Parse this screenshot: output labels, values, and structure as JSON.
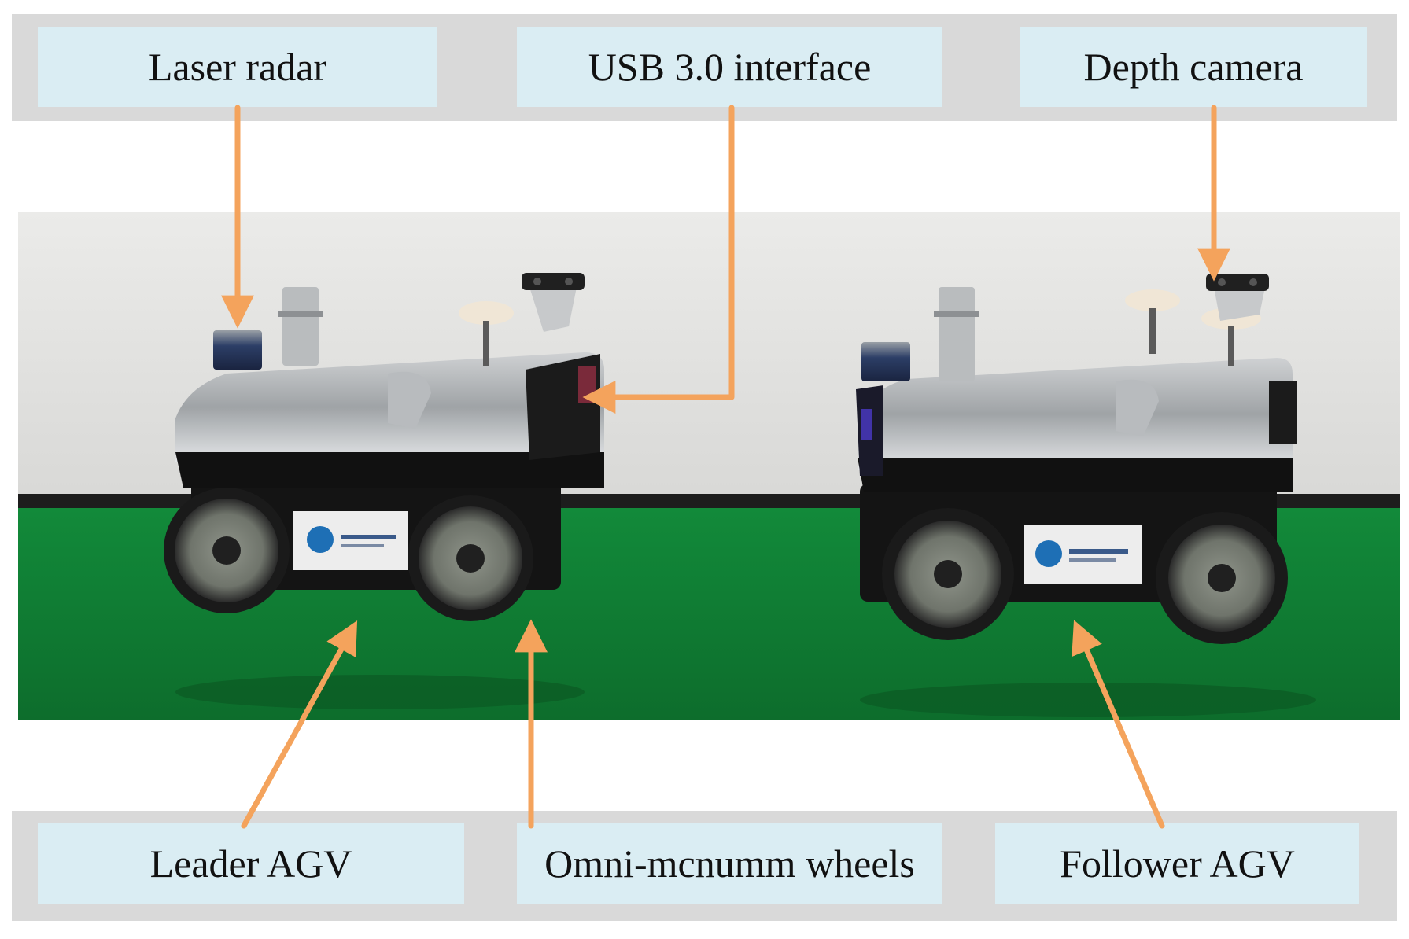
{
  "labels": {
    "laser_radar": "Laser radar",
    "usb_interface": "USB 3.0 interface",
    "depth_camera": "Depth camera",
    "leader_agv": "Leader AGV",
    "omni_wheels": "Omni-mcnumm wheels",
    "follower_agv": "Follower AGV"
  },
  "colors": {
    "band": "#d9d9d9",
    "label_fill": "#daedf3",
    "arrow": "#f4a35c",
    "floor": "#1f8a3a",
    "wall": "#e8e8e6"
  }
}
